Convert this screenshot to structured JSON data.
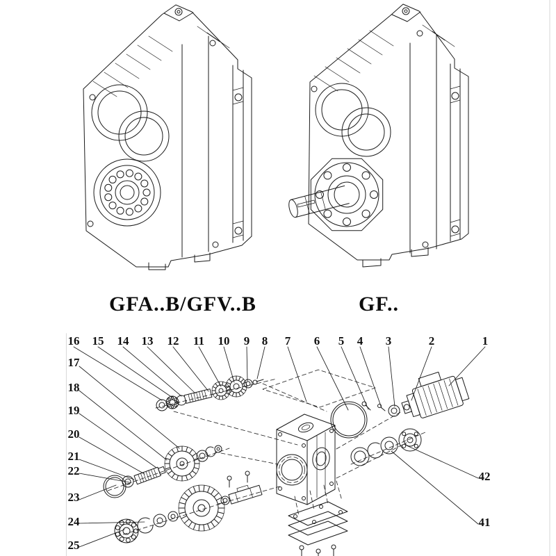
{
  "figure": {
    "colors": {
      "ink": "#1a1a1a",
      "background": "#ffffff"
    }
  },
  "models": {
    "left": {
      "caption": "GFA..B/GFV..B"
    },
    "right": {
      "caption": "GF.."
    }
  },
  "exploded_view": {
    "callouts_top": [
      "16",
      "15",
      "14",
      "13",
      "12",
      "11",
      "10",
      "9",
      "8",
      "7",
      "6",
      "5",
      "4",
      "3",
      "2",
      "1"
    ],
    "callouts_left": [
      "17",
      "18",
      "19",
      "20",
      "21",
      "22",
      "23",
      "24",
      "25"
    ],
    "callouts_right": [
      "42",
      "41"
    ]
  }
}
